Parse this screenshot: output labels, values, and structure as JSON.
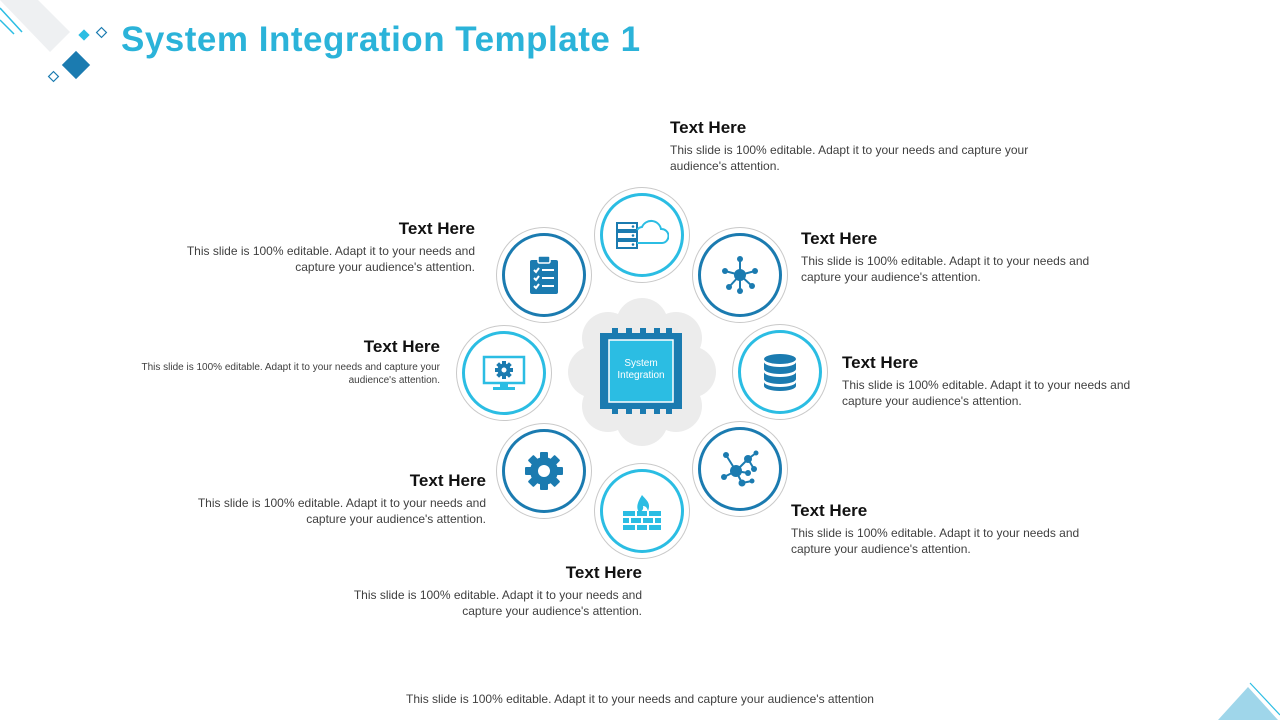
{
  "slide": {
    "title": "System Integration Template 1",
    "footer": "This slide is 100% editable. Adapt it to your needs and capture your audience's attention"
  },
  "center": {
    "label": "System Integration",
    "icon": "chip-icon"
  },
  "colors": {
    "dark_blue": "#1b7bb0",
    "light_blue": "#2bbde3",
    "title": "#2bb3d9",
    "cloud_grey": "#ececec"
  },
  "nodes": [
    {
      "id": "top",
      "icon": "server-cloud-icon",
      "heading": "Text Here",
      "body": "This slide is 100% editable. Adapt it to your needs and capture your audience's attention."
    },
    {
      "id": "upper-right",
      "icon": "network-hub-icon",
      "heading": "Text Here",
      "body": "This slide is 100% editable. Adapt it to your needs and capture your audience's attention."
    },
    {
      "id": "right",
      "icon": "database-icon",
      "heading": "Text Here",
      "body": "This slide is 100% editable. Adapt it to your needs and capture your audience's attention."
    },
    {
      "id": "lower-right",
      "icon": "molecule-network-icon",
      "heading": "Text Here",
      "body": "This slide is 100% editable. Adapt it to your needs and capture your audience's attention."
    },
    {
      "id": "bottom",
      "icon": "firewall-icon",
      "heading": "Text Here",
      "body": "This slide is 100% editable. Adapt it to your needs and capture your audience's attention."
    },
    {
      "id": "lower-left",
      "icon": "gear-icon",
      "heading": "Text Here",
      "body": "This slide is 100% editable. Adapt it to your needs and capture your audience's attention."
    },
    {
      "id": "left",
      "icon": "monitor-gear-icon",
      "heading": "Text Here",
      "body": "This slide is 100% editable. Adapt it to your needs and capture your audience's attention."
    },
    {
      "id": "upper-left",
      "icon": "clipboard-checklist-icon",
      "heading": "Text Here",
      "body": "This slide is 100% editable. Adapt it to your needs and capture your audience's attention."
    }
  ]
}
